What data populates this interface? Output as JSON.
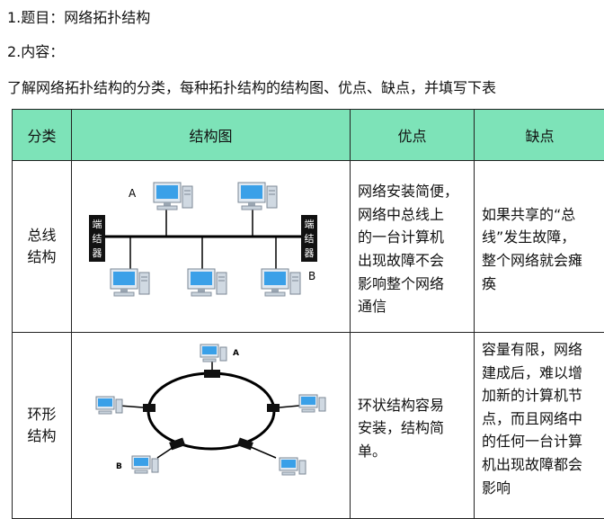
{
  "title": "1.题目：网络拓扑结构",
  "content_label": "2.内容：",
  "instruction": "了解网络拓扑结构的分类，每种拓扑结构的结构图、优点、缺点，并填写下表",
  "table": {
    "headers": [
      "分类",
      "结构图",
      "优点",
      "缺点"
    ],
    "rows": [
      {
        "category": [
          "总线",
          "结构"
        ],
        "diagram_labels": {
          "a": "A",
          "b": "B",
          "terminator": [
            "端",
            "结",
            "器"
          ]
        },
        "pros": [
          "网络安装简便，",
          "网络中总线上",
          "的一台计算机",
          "出现故障不会",
          "影响整个网络",
          "通信"
        ],
        "cons": [
          "如果共享的“总",
          "线”发生故障，",
          "整个网络就会瘫",
          "痪"
        ]
      },
      {
        "category": [
          "环形",
          "结构"
        ],
        "diagram_labels": {
          "a": "A",
          "b": "B"
        },
        "pros": [
          "环状结构容易",
          "安装，结构简",
          "单。"
        ],
        "cons": [
          "容量有限，网络",
          "建成后，难以增",
          "加新的计算机节",
          "点，而且网络中",
          "的任何一台计算",
          "机出现故障都会",
          "影响"
        ]
      }
    ]
  },
  "colors": {
    "header_bg": "#7de3b8",
    "monitor": "#3aa0e8",
    "cable": "#000000"
  },
  "icons": [
    "computer-icon",
    "terminator-icon",
    "ring-node-icon"
  ]
}
